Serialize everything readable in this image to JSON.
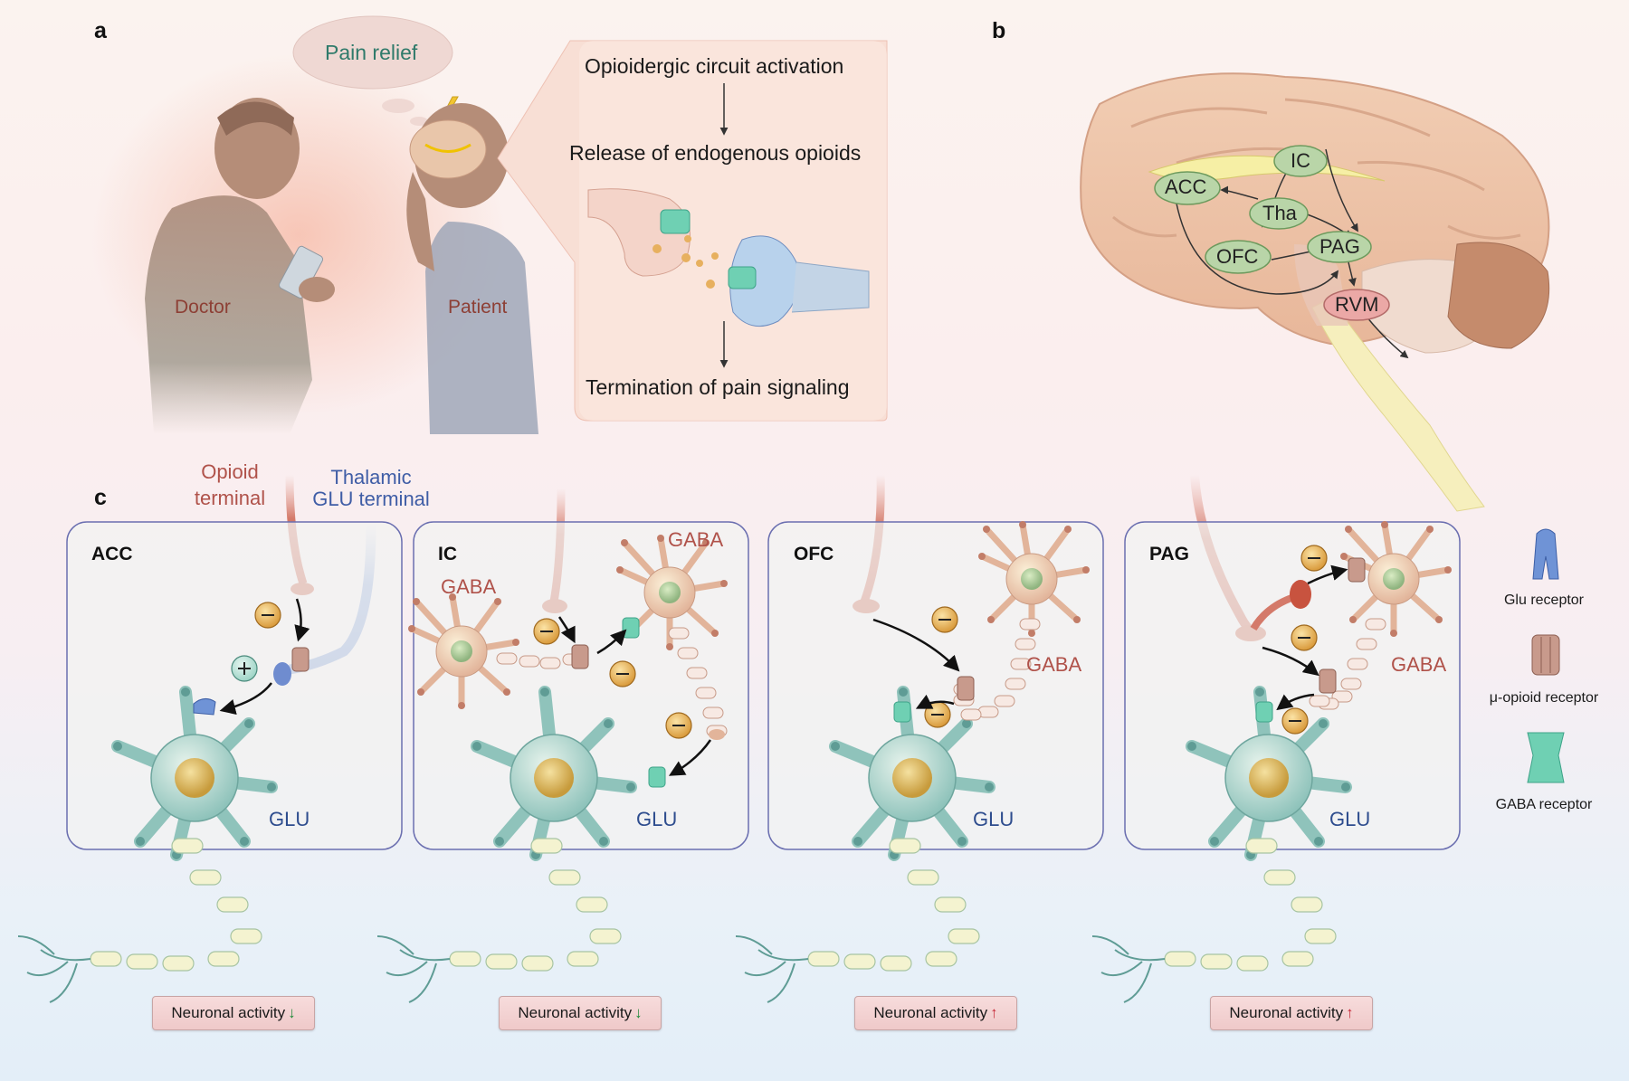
{
  "panels": {
    "a": "a",
    "b": "b",
    "c": "c"
  },
  "panel_a": {
    "thought": "Pain relief",
    "doctor": "Doctor",
    "patient": "Patient",
    "steps": [
      "Opioidergic circuit activation",
      "Release of endogenous opioids",
      "Termination of pain signaling"
    ]
  },
  "panel_b": {
    "regions": [
      "ACC",
      "IC",
      "Tha",
      "OFC",
      "PAG",
      "RVM"
    ]
  },
  "panel_c": {
    "opioid_terminal": [
      "Opioid",
      "terminal"
    ],
    "thalamic_terminal": [
      "Thalamic",
      "GLU terminal"
    ],
    "boxes": [
      {
        "title": "ACC",
        "glu": "GLU",
        "gaba": [],
        "activity": "Neuronal activity",
        "direction": "down"
      },
      {
        "title": "IC",
        "glu": "GLU",
        "gaba": [
          "GABA",
          "GABA"
        ],
        "activity": "Neuronal activity",
        "direction": "down"
      },
      {
        "title": "OFC",
        "glu": "GLU",
        "gaba": [
          "GABA"
        ],
        "activity": "Neuronal activity",
        "direction": "up"
      },
      {
        "title": "PAG",
        "glu": "GLU",
        "gaba": [
          "GABA"
        ],
        "activity": "Neuronal activity",
        "direction": "up"
      }
    ],
    "signs": {
      "minus": "−",
      "plus": "+"
    },
    "arrows": {
      "down": "↓",
      "up": "↑"
    }
  },
  "legend": [
    {
      "label": "Glu receptor",
      "color": "#5b82c9"
    },
    {
      "label": "μ-opioid receptor",
      "color": "#b9857a"
    },
    {
      "label": "GABA receptor",
      "color": "#5fc9a4"
    }
  ]
}
